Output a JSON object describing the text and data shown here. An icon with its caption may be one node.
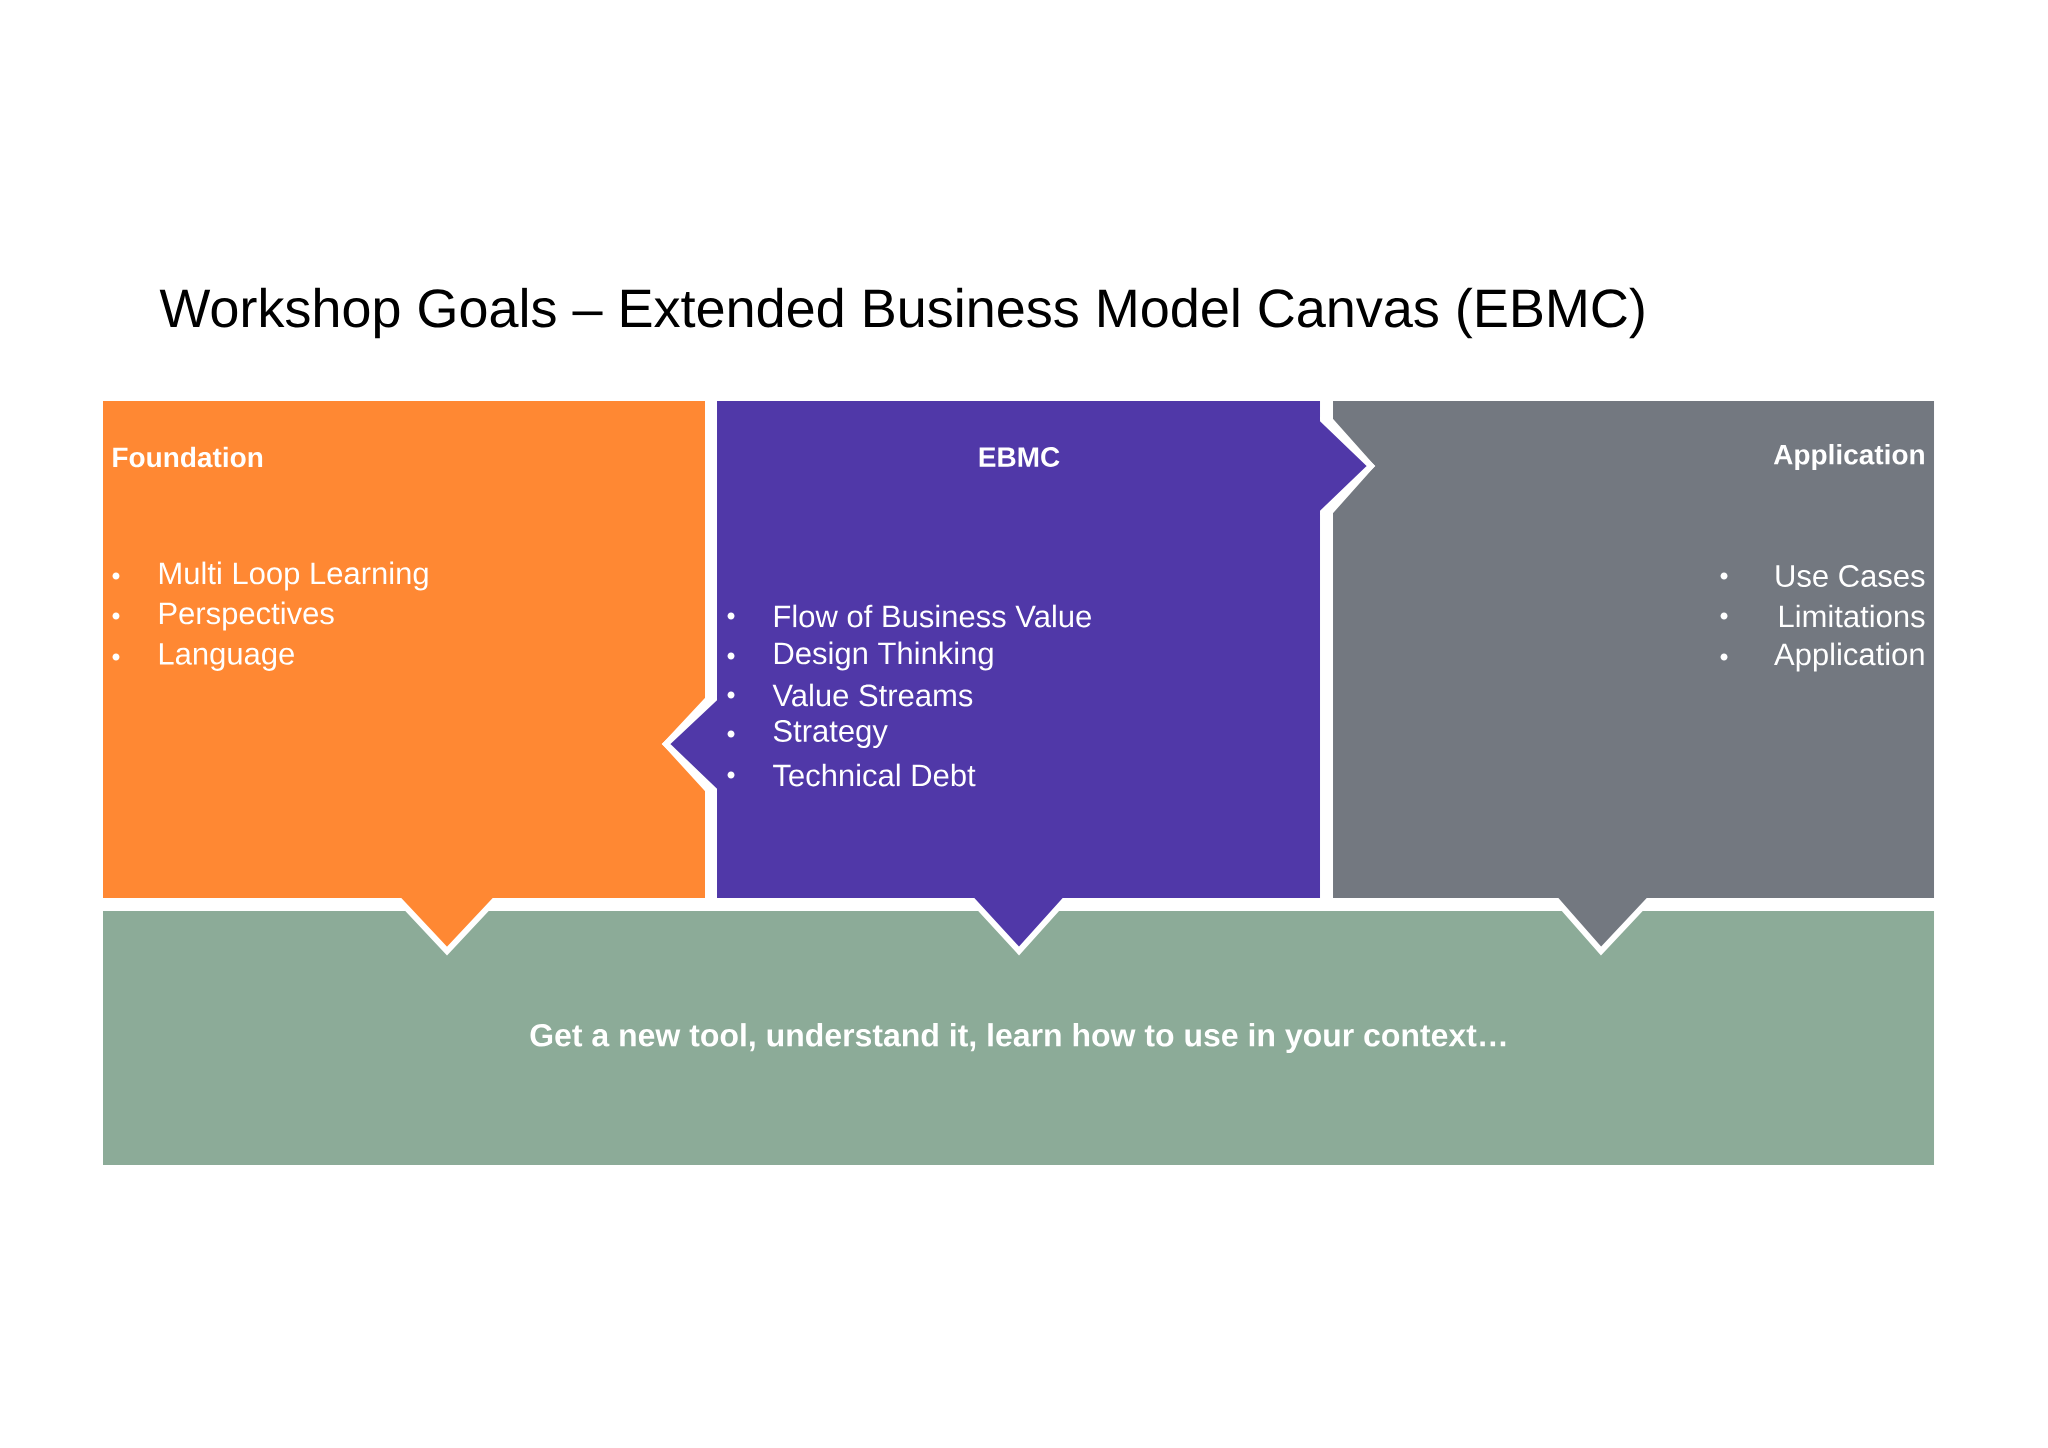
{
  "diagram": {
    "title": "Workshop Goals – Extended Business Model Canvas (EBMC)",
    "nodes": [
      {
        "text": [
          "Foundation",
          "Multi Loop Learning",
          "Perspectives",
          "Language"
        ]
      },
      {
        "text": [
          "EBMC",
          "Flow of Business Value",
          "Design Thinking",
          "Value Streams",
          "Strategy",
          "Technical Debt"
        ]
      },
      {
        "text": [
          "Application",
          "Use Cases",
          "Limitations",
          "Application"
        ]
      },
      {
        "text": [
          "Get a new tool, understand it, learn how to use in your context…"
        ]
      }
    ]
  }
}
